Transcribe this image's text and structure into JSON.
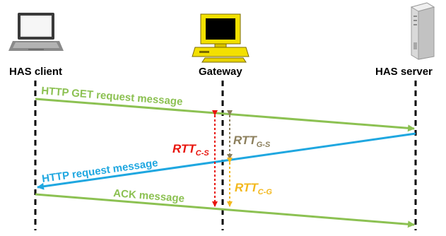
{
  "colors": {
    "green": "#8cc152",
    "blue": "#1fa7e0",
    "red": "#e8140c",
    "brown": "#8c7f5c",
    "orange": "#f3b81d",
    "lifeline": "#000000"
  },
  "nodes": [
    {
      "id": "client",
      "label": "HAS client",
      "icon": "laptop-icon"
    },
    {
      "id": "gateway",
      "label": "Gateway",
      "icon": "desktop-computer-icon"
    },
    {
      "id": "server",
      "label": "HAS server",
      "icon": "server-tower-icon"
    }
  ],
  "messages": [
    {
      "id": "http-get",
      "label": "HTTP GET request message",
      "from": "client",
      "to": "server",
      "color_key": "green"
    },
    {
      "id": "http-request",
      "label": "HTTP request message",
      "from": "server",
      "to": "client",
      "color_key": "blue"
    },
    {
      "id": "ack",
      "label": "ACK message",
      "from": "client",
      "to": "server",
      "color_key": "green"
    }
  ],
  "rtt": [
    {
      "id": "rtt-cs",
      "main": "RTT",
      "sub": "C-S",
      "color_key": "red"
    },
    {
      "id": "rtt-gs",
      "main": "RTT",
      "sub": "G-S",
      "color_key": "brown"
    },
    {
      "id": "rtt-cg",
      "main": "RTT",
      "sub": "C-G",
      "color_key": "orange"
    }
  ]
}
